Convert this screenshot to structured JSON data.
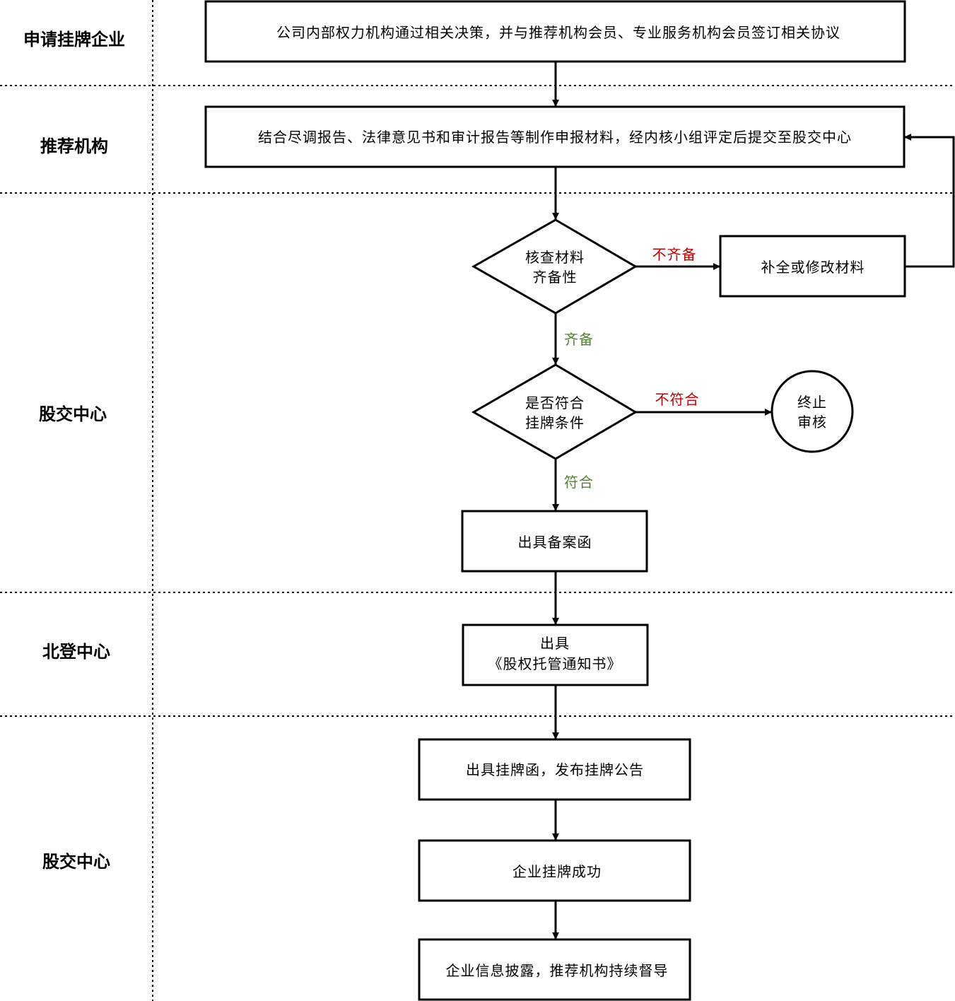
{
  "lanes": [
    {
      "label": "申请挂牌企业"
    },
    {
      "label": "推荐机构"
    },
    {
      "label": "股交中心"
    },
    {
      "label": "北登中心"
    },
    {
      "label": "股交中心"
    }
  ],
  "nodes": {
    "n1": {
      "lines": [
        "公司内部权力机构通过相关决策，并与推荐机构会员、专业服务机构会员签订相关协议"
      ]
    },
    "n2": {
      "lines": [
        "结合尽调报告、法律意见书和审计报告等制作申报材料，经内核小组评定后提交至股交中心"
      ]
    },
    "d1": {
      "lines": [
        "核查材料",
        "齐备性"
      ]
    },
    "n3": {
      "lines": [
        "补全或修改材料"
      ]
    },
    "d2": {
      "lines": [
        "是否符合",
        "挂牌条件"
      ]
    },
    "end": {
      "lines": [
        "终止",
        "审核"
      ]
    },
    "n4": {
      "lines": [
        "出具备案函"
      ]
    },
    "n5": {
      "lines": [
        "出具",
        "《股权托管通知书》"
      ]
    },
    "n6": {
      "lines": [
        "出具挂牌函，发布挂牌公告"
      ]
    },
    "n7": {
      "lines": [
        "企业挂牌成功"
      ]
    },
    "n8": {
      "lines": [
        "企业信息披露，推荐机构持续督导"
      ]
    }
  },
  "edge_labels": {
    "incomplete": "不齐备",
    "complete": "齐备",
    "not_qualified": "不符合",
    "qualified": "符合"
  },
  "colors": {
    "negative": "#c00000",
    "positive": "#548235",
    "line": "#000000"
  }
}
